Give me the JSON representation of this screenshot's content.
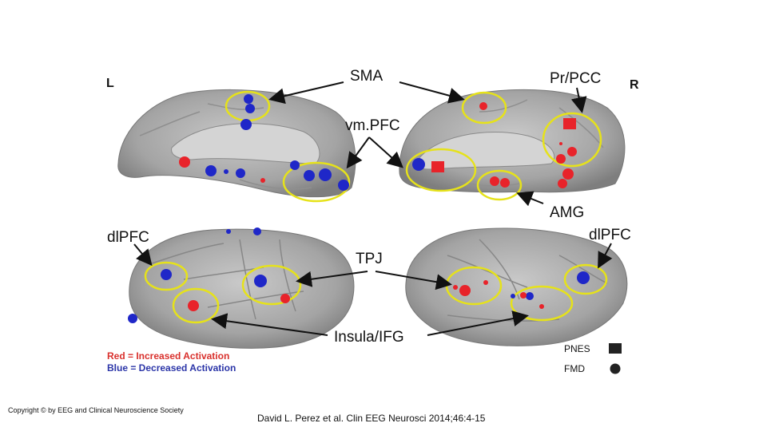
{
  "labels": {
    "left_hemisphere": "L",
    "right_hemisphere": "R",
    "sma": "SMA",
    "pr_pcc": "Pr/PCC",
    "vmpfc": "vm.PFC",
    "amg": "AMG",
    "dlpfc_left": "dlPFC",
    "dlpfc_right": "dlPFC",
    "tpj": "TPJ",
    "insula_ifg": "Insula/IFG"
  },
  "legend": {
    "red_text": "Red = Increased Activation",
    "blue_text": "Blue = Decreased Activation",
    "pnes_label": "PNES",
    "fmd_label": "FMD"
  },
  "footer": {
    "copyright": "Copyright © by EEG and Clinical Neuroscience Society",
    "citation": "David L. Perez et al. Clin EEG Neurosci 2014;46:4-15"
  },
  "colors": {
    "increased": "#e8232a",
    "decreased": "#1f27c8",
    "highlight": "#e6e21a",
    "brain": "#a9a9a9",
    "legend_red": "#d9302c",
    "legend_blue": "#2b35a8"
  }
}
